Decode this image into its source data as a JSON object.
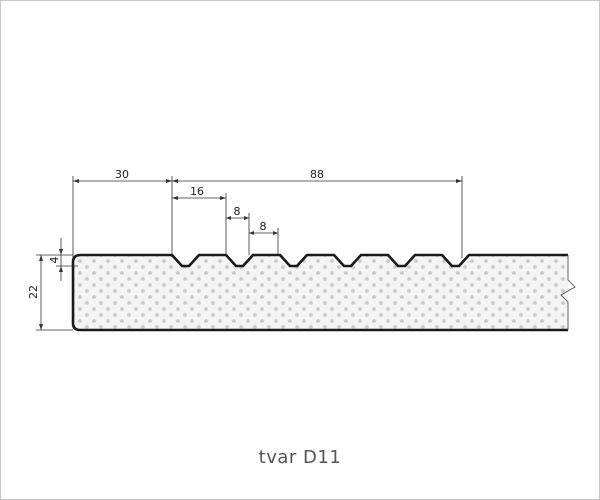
{
  "caption": "tvar D11",
  "dimensions": {
    "left_offset": "30",
    "groove_span": "88",
    "groove_pitch": "16",
    "groove_top_width": "8",
    "groove_bottom_width": "8",
    "groove_depth": "4",
    "total_thickness": "22"
  },
  "colors": {
    "outline": "#1a1a1a",
    "dim_line": "#333333",
    "dot": "#c9c9c9",
    "fill": "#f4f4f4",
    "caption": "#555555",
    "border": "#c8c8c8"
  }
}
